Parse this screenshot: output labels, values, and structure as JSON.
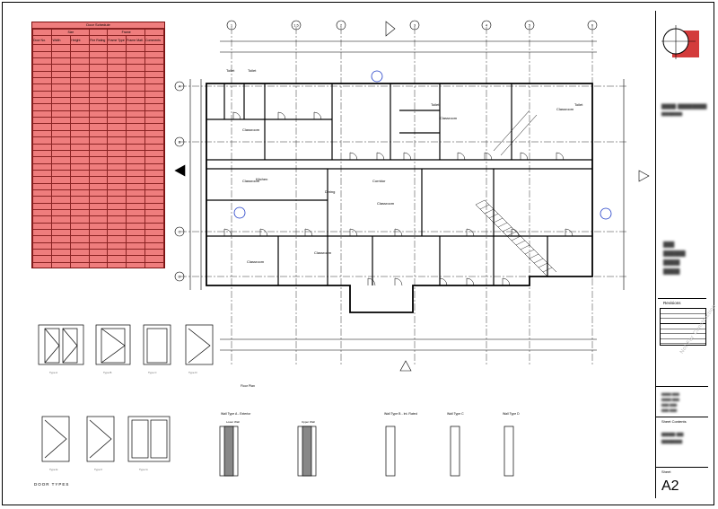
{
  "sheet": {
    "sheet_number": "A2",
    "sheet_label": "Sheet",
    "sheet_contents_label": "Sheet Contents",
    "watermark": "Not For Construction",
    "revisions_label": "Revisions"
  },
  "schedule": {
    "title": "Door Schedule",
    "group_size": "Size",
    "group_frame": "Frame",
    "headers": [
      "Door No.",
      "Width",
      "Height",
      "Fire Rating",
      "Frame Type",
      "Frame Matl.",
      "Comments"
    ],
    "row_count": 39
  },
  "plan": {
    "grid_top": [
      "1",
      "1.5",
      "2",
      "3",
      "4",
      "5",
      "6"
    ],
    "grid_left": [
      "A",
      "B",
      "C",
      "D"
    ],
    "rooms": [
      "Toilet",
      "Toilet",
      "Classroom",
      "Classroom",
      "Classroom",
      "Kitchen",
      "Dining",
      "Corridor",
      "Classroom",
      "Classroom",
      "Classroom",
      "Classroom",
      "Toilet",
      "Toilet"
    ],
    "floor_plan_label": "Floor Plan"
  },
  "door_types": {
    "label": "DOOR TYPES"
  },
  "wall_types": {
    "labels": [
      "Wall Type A - Exterior",
      "Wall Type B - Int. Rated",
      "Wall Type C",
      "Wall Type D"
    ],
    "sub_labels": [
      "Lower Wall",
      "Upper Wall"
    ]
  }
}
